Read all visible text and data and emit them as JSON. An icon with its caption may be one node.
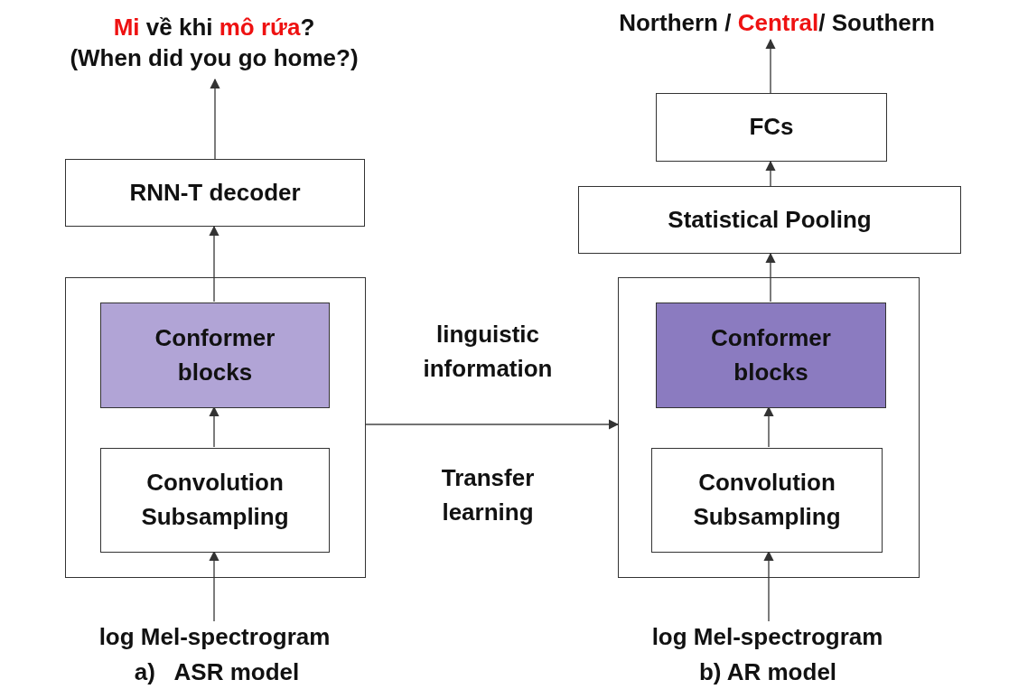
{
  "diagram": {
    "nodes": [
      {
        "text": [],
        "shape": "box"
      },
      {
        "text": [
          "Conformer blocks"
        ],
        "in": 0
      },
      {
        "text": [
          "Convolution Subsampling"
        ],
        "in": 0
      },
      {
        "text": [
          "RNN-T decoder"
        ]
      },
      {
        "text": [
          "*Mi* về khi *mô rứa*?",
          "(When did you go home?)"
        ]
      },
      {
        "text": [
          "log Mel-spectrogram"
        ]
      },
      {
        "text": [],
        "shape": "box"
      },
      {
        "text": [
          "Conformer blocks"
        ],
        "in": 6
      },
      {
        "text": [
          "Convolution Subsampling"
        ],
        "in": 6
      },
      {
        "text": [
          "Statistical Pooling"
        ]
      },
      {
        "text": [
          "FCs"
        ]
      },
      {
        "text": [
          "Northern / *Central*/ Southern"
        ]
      },
      {
        "text": [
          "log Mel-spectrogram"
        ]
      }
    ],
    "edges": [
      {
        "from": 5,
        "to": 2,
        "arrow": "to"
      },
      {
        "from": 2,
        "to": 1,
        "arrow": "to"
      },
      {
        "from": 1,
        "to": 3,
        "arrow": "to"
      },
      {
        "from": 3,
        "to": 4,
        "arrow": "to"
      },
      {
        "from": 0,
        "to": 6,
        "arrow": "to"
      },
      {
        "from": 12,
        "to": 8,
        "arrow": "to"
      },
      {
        "from": 8,
        "to": 7,
        "arrow": "to"
      },
      {
        "from": 7,
        "to": 9,
        "arrow": "to"
      },
      {
        "from": 9,
        "to": 10,
        "arrow": "to"
      },
      {
        "from": 10,
        "to": 11,
        "arrow": "to"
      }
    ],
    "labels": [
      "linguistic information",
      "Transfer learning",
      "a)   ASR model",
      "b) AR model"
    ]
  }
}
